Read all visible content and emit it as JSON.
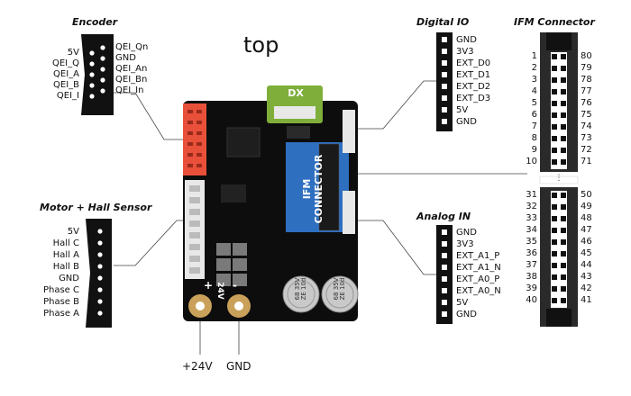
{
  "title": "top",
  "encoder": {
    "title": "Encoder",
    "left_labels": [
      "5V",
      "QEI_Q",
      "QEI_A",
      "QEI_B",
      "QEI_I"
    ],
    "right_labels": [
      "QEI_Qn",
      "GND",
      "QEI_An",
      "QEI_Bn",
      "QEI_In"
    ]
  },
  "motor_hall": {
    "title": "Motor + Hall Sensor",
    "labels": [
      "5V",
      "Hall C",
      "Hall A",
      "Hall B",
      "GND",
      "Phase C",
      "Phase B",
      "Phase A"
    ]
  },
  "digital_io": {
    "title": "Digital IO",
    "labels": [
      "GND",
      "3V3",
      "EXT_D0",
      "EXT_D1",
      "EXT_D2",
      "EXT_D3",
      "5V",
      "GND"
    ]
  },
  "analog_in": {
    "title": "Analog IN",
    "labels": [
      "GND",
      "3V3",
      "EXT_A1_P",
      "EXT_A1_N",
      "EXT_A0_P",
      "EXT_A0_N",
      "5V",
      "GND"
    ]
  },
  "ifm": {
    "title": "IFM Connector",
    "left_top": [
      "1",
      "2",
      "3",
      "4",
      "5",
      "6",
      "7",
      "8",
      "9",
      "10"
    ],
    "right_top": [
      "80",
      "79",
      "78",
      "77",
      "76",
      "75",
      "74",
      "73",
      "72",
      "71"
    ],
    "left_bottom": [
      "31",
      "32",
      "33",
      "34",
      "35",
      "36",
      "37",
      "38",
      "39",
      "40"
    ],
    "right_bottom": [
      "50",
      "49",
      "48",
      "47",
      "46",
      "45",
      "44",
      "43",
      "42",
      "41"
    ]
  },
  "power": {
    "plus_label": "+24V",
    "gnd_label": "GND"
  },
  "board": {
    "dx_label": "DX",
    "ifm_silk": [
      "IFM",
      "CONNECTOR"
    ],
    "cap_text": [
      "68",
      "35V",
      "ZE",
      "10d"
    ],
    "cap_text2": [
      "68",
      "35V",
      "ZE",
      "10d"
    ],
    "silk_24v": "24V",
    "plus": "+",
    "minus": "-"
  },
  "colors": {
    "board": "#0d0d0d",
    "red_connector": "#e8503a",
    "dx_green": "#7fae3a",
    "ifm_blue": "#2f6fc0",
    "connector_white": "#e8e8e8"
  }
}
